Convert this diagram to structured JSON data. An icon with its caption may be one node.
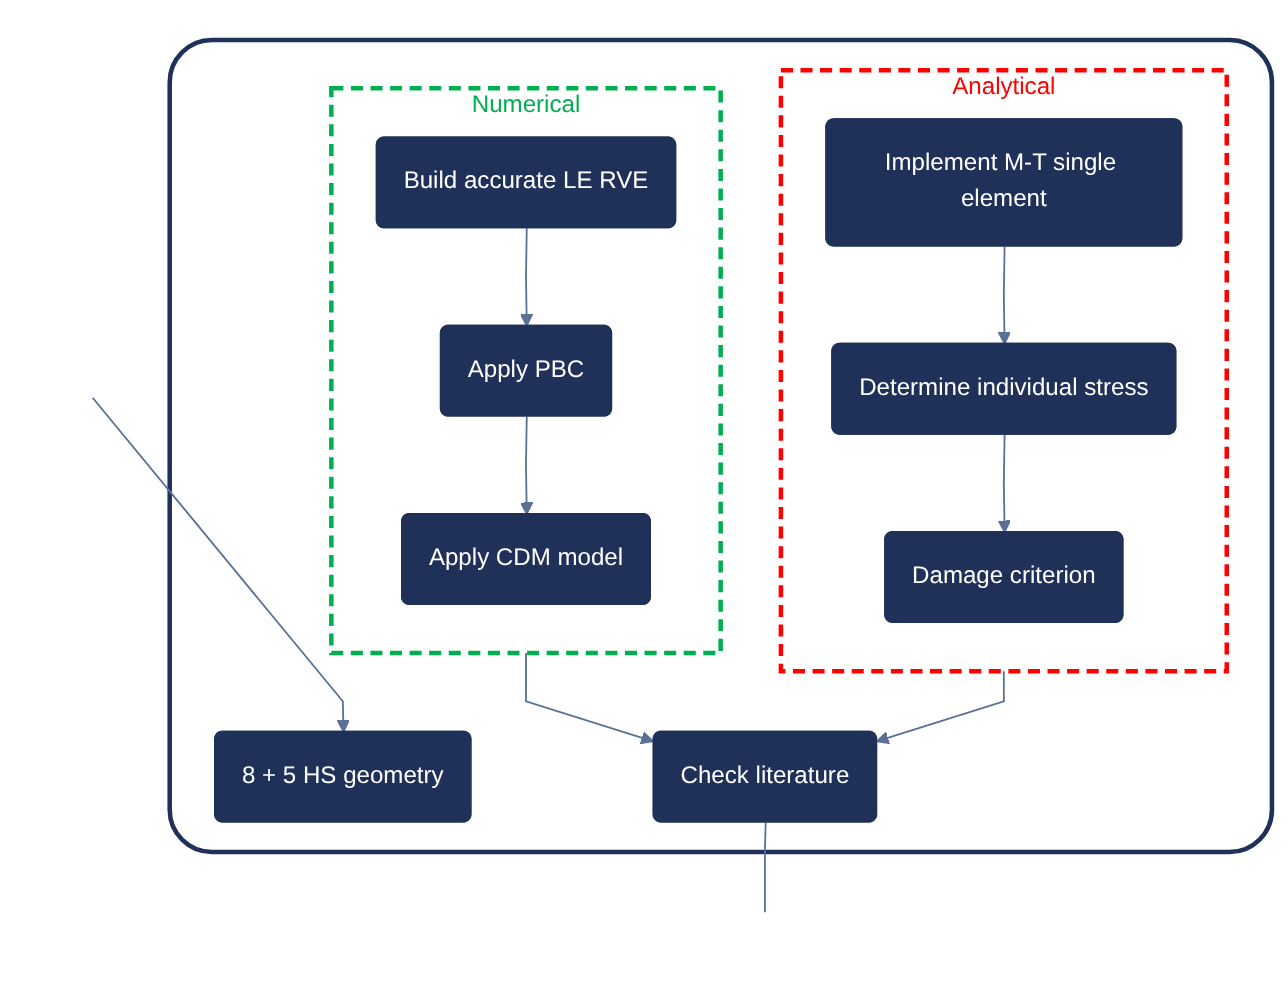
{
  "diagram": {
    "nodes": [
      {
        "text": [],
        "shape": "box"
      },
      {
        "text": [
          "Numerical"
        ],
        "in": 0
      },
      {
        "text": [
          "Build accurate LE RVE"
        ],
        "in": 1
      },
      {
        "text": [
          "Apply PBC"
        ],
        "in": 1
      },
      {
        "text": [
          "Apply CDM model"
        ],
        "in": 1
      },
      {
        "text": [
          "Analytical"
        ],
        "in": 0
      },
      {
        "text": [
          "Implement M-T single element"
        ],
        "in": 5
      },
      {
        "text": [
          "Determine individual stress"
        ],
        "in": 5
      },
      {
        "text": [
          "Damage criterion"
        ],
        "in": 5
      },
      {
        "text": [
          "8 + 5 HS geometry"
        ],
        "in": 0
      },
      {
        "text": [
          "Check literature"
        ],
        "in": 0
      }
    ],
    "edges": [
      {
        "from": 2,
        "to": 3,
        "arrow": "to"
      },
      {
        "from": 3,
        "to": 4,
        "arrow": "to"
      },
      {
        "from": 6,
        "to": 7,
        "arrow": "to"
      },
      {
        "from": 7,
        "to": 8,
        "arrow": "to"
      },
      {
        "from": 1,
        "to": 10,
        "arrow": "to"
      },
      {
        "from": 5,
        "to": 10,
        "arrow": "to"
      },
      {
        "from": 10,
        "to": null,
        "arrow": "none"
      },
      {
        "from": null,
        "to": 9,
        "arrow": "to"
      }
    ]
  }
}
